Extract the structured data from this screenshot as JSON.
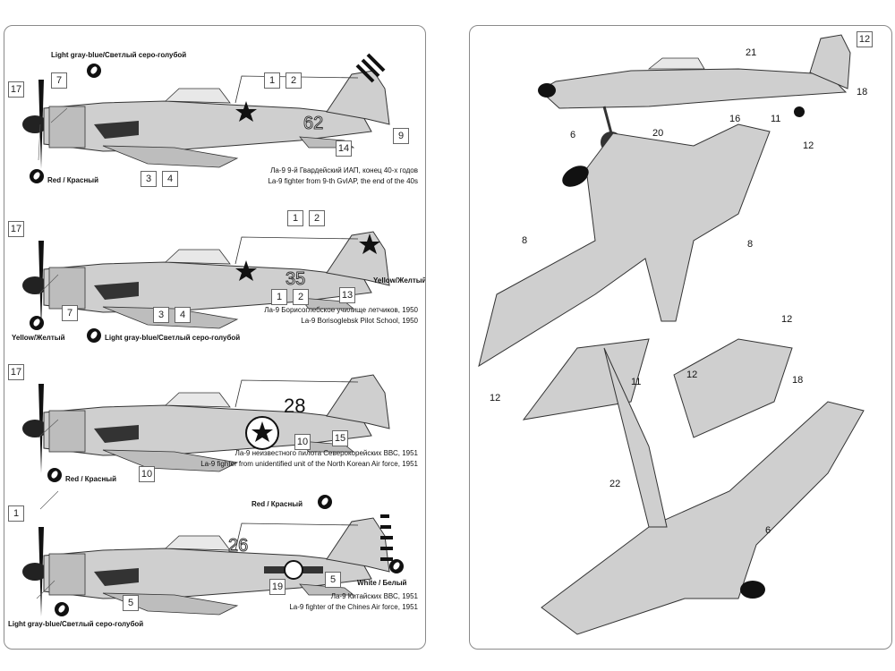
{
  "colors": {
    "light_gray_blue": "Light gray-blue/Светлый серо-голубой",
    "red": "Red / Красный",
    "yellow": "Yellow/Желтый",
    "yellow_short": "Yellow/Желтый",
    "red_ru_top": "Red / Красный",
    "white": "White / Белый"
  },
  "profiles": [
    {
      "tail_number": "62",
      "caption_ru": "Ла-9 9-й Гвардейский ИАП, конец 40-х годов",
      "caption_en": "La-9 fighter from 9-th GvIAP, the end of the 40s",
      "callouts": [
        "17",
        "7",
        "1",
        "2",
        "3",
        "4",
        "14",
        "9"
      ]
    },
    {
      "tail_number": "35",
      "caption_ru": "Ла-9 Борисоглебское училище летчиков, 1950",
      "caption_en": "La-9 Borisoglebsk Pilot School, 1950",
      "callouts": [
        "17",
        "7",
        "1",
        "2",
        "1",
        "2",
        "3",
        "4",
        "13"
      ]
    },
    {
      "tail_number": "28",
      "caption_ru": "Ла-9 неизвестного пилота Северокорейских ВВС, 1951",
      "caption_en": "La-9 fighter from unidentified unit of the North Korean Air force, 1951",
      "callouts": [
        "17",
        "10",
        "15",
        "10"
      ]
    },
    {
      "tail_number": "26",
      "caption_ru": "Ла-9 Китайских ВВС, 1951",
      "caption_en": "La-9 fighter of the Chines Air force, 1951",
      "callouts": [
        "1",
        "5",
        "19",
        "5"
      ]
    }
  ],
  "right_callouts": [
    "12",
    "21",
    "18",
    "16",
    "11",
    "6",
    "20",
    "12",
    "8",
    "8",
    "12",
    "12",
    "11",
    "18",
    "22",
    "6",
    "12"
  ]
}
